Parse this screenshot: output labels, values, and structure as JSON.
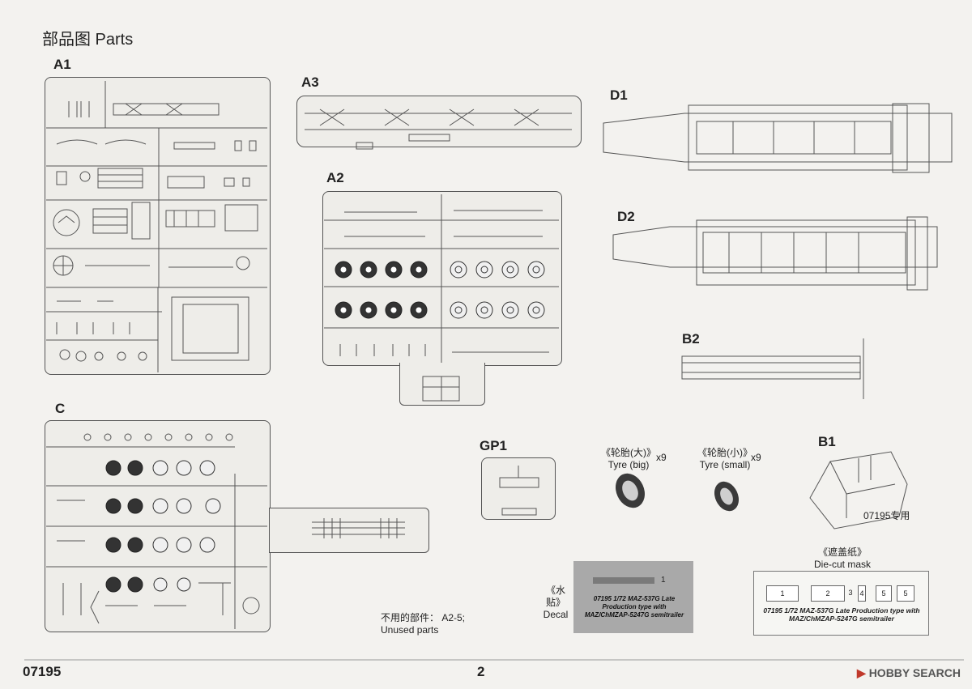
{
  "page": {
    "title": "部品图 Parts",
    "kit_number": "07195",
    "page_number": "2",
    "watermark": "HOBBY SEARCH"
  },
  "sprues": {
    "a1": "A1",
    "a2": "A2",
    "a3": "A3",
    "c": "C",
    "d1": "D1",
    "d2": "D2",
    "b2": "B2",
    "gp1": "GP1",
    "b1": "B1"
  },
  "tyres": {
    "big_cn": "《轮胎(大)》",
    "big_en": "Tyre (big)",
    "big_qty": "x9",
    "small_cn": "《轮胎(小)》",
    "small_en": "Tyre (small)",
    "small_qty": "x9"
  },
  "b1_note": "07195专用",
  "unused": {
    "cn": "不用的部件： A2-5;",
    "en": "Unused parts"
  },
  "decal": {
    "cn": "《水贴》",
    "en": "Decal",
    "sheet_number": "1",
    "text": "07195 1/72 MAZ-537G Late Production type with MAZ/ChMZAP-5247G semitrailer"
  },
  "mask": {
    "cn": "《遮盖纸》",
    "en": "Die-cut mask",
    "boxes": [
      "1",
      "2",
      "3",
      "4",
      "5",
      "5"
    ],
    "text": "07195 1/72 MAZ-537G Late Production type with MAZ/ChMZAP-5247G semitrailer"
  },
  "colors": {
    "line": "#555555",
    "paper": "#f3f2ef",
    "decal_bg": "#a9a9a9",
    "logo_accent": "#c0392b"
  }
}
